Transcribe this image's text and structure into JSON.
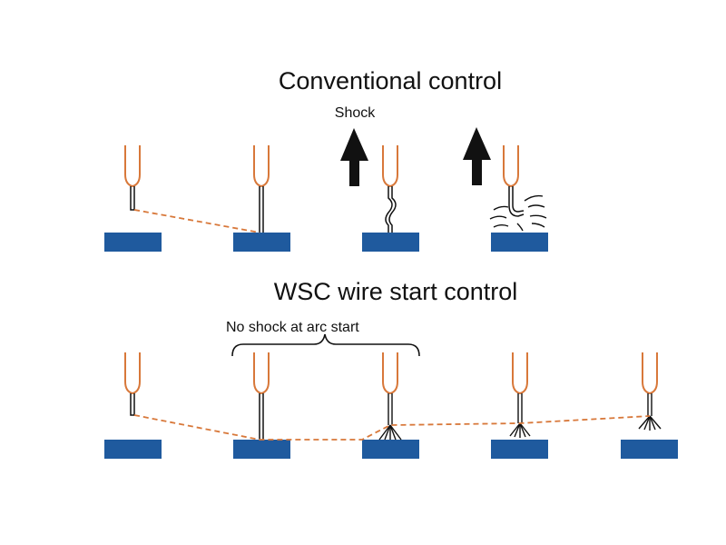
{
  "diagram": {
    "conventional": {
      "title": "Conventional control",
      "shock_label": "Shock",
      "frames": 4
    },
    "wsc": {
      "title": "WSC wire start control",
      "bracket_label": "No shock at arc start",
      "frames": 5
    }
  },
  "colors": {
    "torch": "#d8783a",
    "workpiece": "#1f5a9e",
    "wire": "#111111",
    "trajectory": "#d8783a",
    "arrow": "#111111"
  }
}
